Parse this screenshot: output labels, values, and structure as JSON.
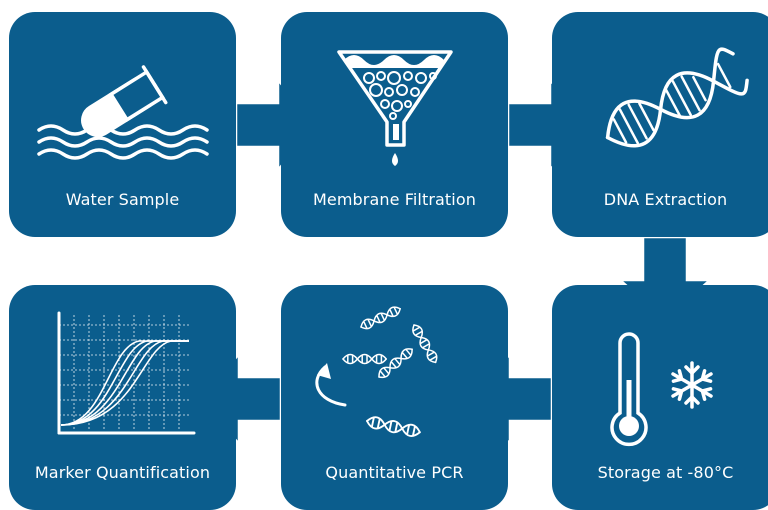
{
  "colors": {
    "tile": "#0b5d8d",
    "arrow": "#0b5d8d",
    "icon": "#ffffff",
    "background": "#ffffff"
  },
  "steps": [
    {
      "label": "Water Sample",
      "icon": "test-tube-in-water-icon"
    },
    {
      "label": "Membrane Filtration",
      "icon": "funnel-filter-icon"
    },
    {
      "label": "DNA Extraction",
      "icon": "dna-helix-icon"
    },
    {
      "label": "Storage at -80°C",
      "icon": "thermometer-snowflake-icon"
    },
    {
      "label": "Quantitative PCR",
      "icon": "dna-amplification-icon"
    },
    {
      "label": "Marker Quantification",
      "icon": "amplification-curve-chart-icon"
    }
  ]
}
